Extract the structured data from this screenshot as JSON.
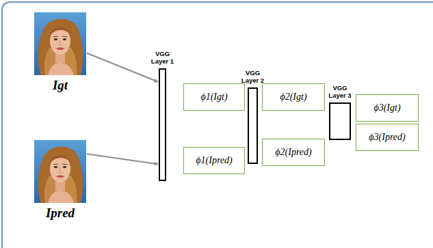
{
  "diagram": {
    "nodes": [
      {
        "text": [
          "Igt"
        ]
      },
      {
        "text": [
          "Ipred"
        ]
      },
      {
        "text": [
          "VGG Layer 1"
        ]
      },
      {
        "text": [
          "ϕ1(Igt)"
        ]
      },
      {
        "text": [
          "ϕ1(Ipred)"
        ]
      },
      {
        "text": [
          "VGG Layer 2"
        ]
      },
      {
        "text": [
          "ϕ2(Igt)"
        ]
      },
      {
        "text": [
          "ϕ2(Ipred)"
        ]
      },
      {
        "text": [
          "VGG Layer 3"
        ]
      },
      {
        "text": [
          "ϕ3(Igt)"
        ]
      },
      {
        "text": [
          "ϕ3(Ipred)"
        ]
      }
    ],
    "edges": [
      {
        "from": 0,
        "to": 2,
        "arrow": "to"
      },
      {
        "from": 1,
        "to": 2,
        "arrow": "to"
      }
    ]
  }
}
